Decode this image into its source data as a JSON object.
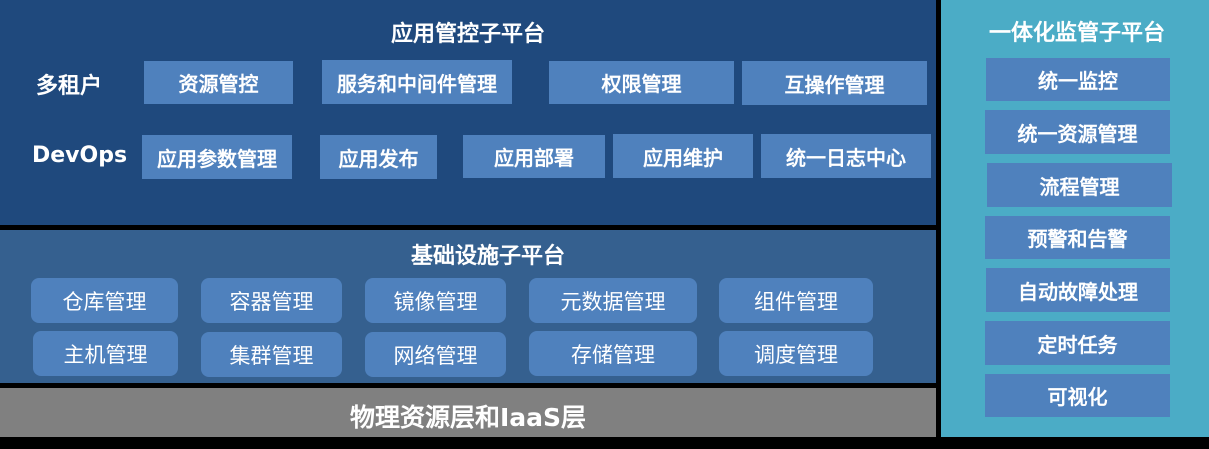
{
  "app_platform": {
    "title": "应用管控子平台",
    "rows": [
      {
        "label": "多租户",
        "items": [
          "资源管控",
          "服务和中间件管理",
          "权限管理",
          "互操作管理"
        ]
      },
      {
        "label": "DevOps",
        "items": [
          "应用参数管理",
          "应用发布",
          "应用部署",
          "应用维护",
          "统一日志中心"
        ]
      }
    ]
  },
  "infra_platform": {
    "title": "基础设施子平台",
    "rows": [
      [
        "仓库管理",
        "容器管理",
        "镜像管理",
        "元数据管理",
        "组件管理"
      ],
      [
        "主机管理",
        "集群管理",
        "网络管理",
        "存储管理",
        "调度管理"
      ]
    ]
  },
  "physical_layer": {
    "title": "物理资源层和IaaS层"
  },
  "monitor_platform": {
    "title": "一体化监管子平台",
    "items": [
      "统一监控",
      "统一资源管理",
      "流程管理",
      "预警和告警",
      "自动故障处理",
      "定时任务",
      "可视化"
    ]
  },
  "colors": {
    "app_bg": "#1f497d",
    "infra_bg": "#35608f",
    "physical_bg": "#808080",
    "monitor_bg": "#4bacc6",
    "box": "#4f81bd"
  }
}
